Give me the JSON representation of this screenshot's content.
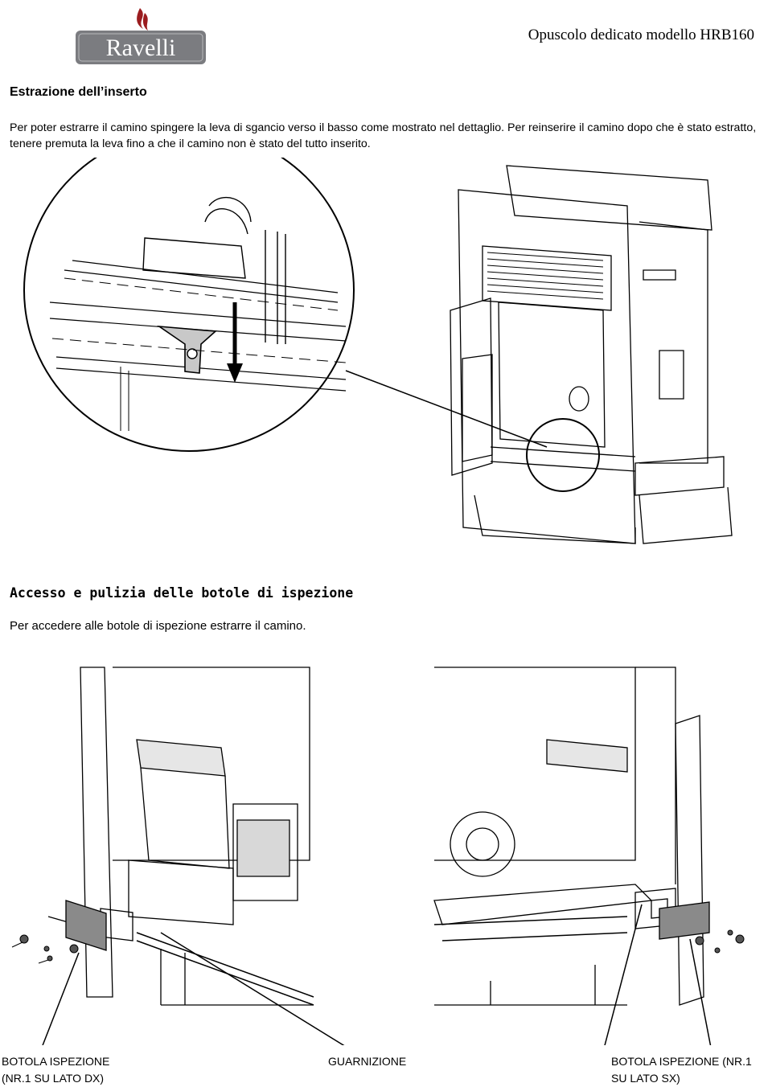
{
  "header": {
    "brand": "Ravelli",
    "document_title": "Opuscolo dedicato modello HRB160",
    "logo_icon": "ravelli-flame-logo",
    "brand_color": "#9b1c1f",
    "logo_plate_color": "#7b7c80"
  },
  "section1": {
    "heading": "Estrazione dell’inserto",
    "paragraph": "Per poter estrarre il camino spingere la leva di sgancio verso il basso come mostrato nel dettaglio. Per reinserire il camino dopo che è stato estratto, tenere premuta la leva fino  a che il camino non è stato del tutto inserito."
  },
  "section2": {
    "heading": "Accesso e pulizia delle botole di ispezione",
    "paragraph": "Per accedere alle botole di ispezione estrarre il camino."
  },
  "captions": {
    "left_line1": "BOTOLA ISPEZIONE",
    "left_line2": "(NR.1 SU LATO DX)",
    "center": "GUARNIZIONE",
    "right_line1": "BOTOLA ISPEZIONE (NR.1",
    "right_line2": "SU LATO SX)"
  }
}
